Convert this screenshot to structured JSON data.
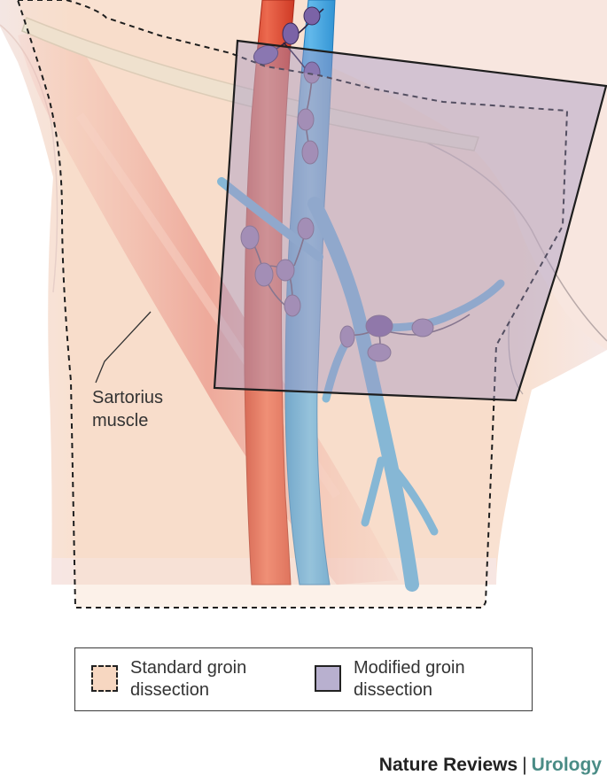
{
  "illustration": {
    "callout_label_line1": "Sartorius",
    "callout_label_line2": "muscle",
    "colors": {
      "skin": "#f8dfcf",
      "skin_edge": "#f3e8e6",
      "muscle": "#e88e86",
      "artery": "#e4553e",
      "vein": "#4ba6e0",
      "lymph_node": "#7b63a6",
      "key_node": "#4b2785",
      "ligament": "#ece7d6",
      "standard_region": "#f7d7c1",
      "modified_region": "#9f93c0"
    }
  },
  "legend": {
    "standard_label": "Standard groin dissection",
    "modified_label": "Modified groin dissection"
  },
  "credit": {
    "journal": "Nature Reviews",
    "separator": "|",
    "section": "Urology"
  }
}
